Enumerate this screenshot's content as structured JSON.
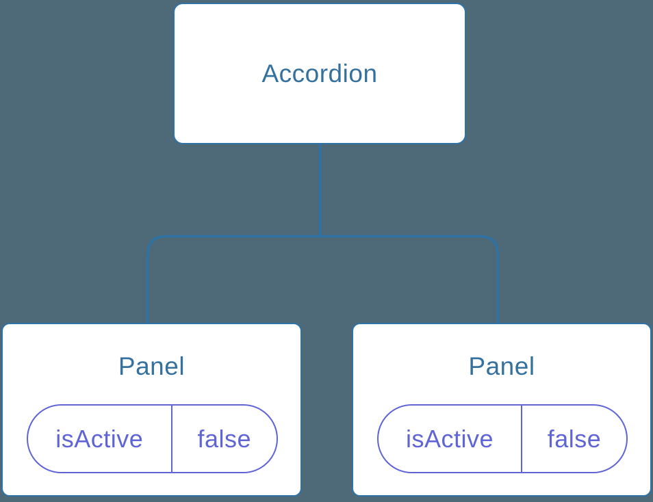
{
  "diagram": {
    "root": {
      "label": "Accordion"
    },
    "children": [
      {
        "label": "Panel",
        "state": {
          "name": "isActive",
          "value": "false"
        }
      },
      {
        "label": "Panel",
        "state": {
          "name": "isActive",
          "value": "false"
        }
      }
    ]
  },
  "colors": {
    "background": "#4e6977",
    "node_fill": "#ffffff",
    "node_border": "#2f73a6",
    "node_text": "#35719f",
    "connector": "#2f73a6",
    "state_border": "#6065d6",
    "state_text": "#6065d6"
  }
}
